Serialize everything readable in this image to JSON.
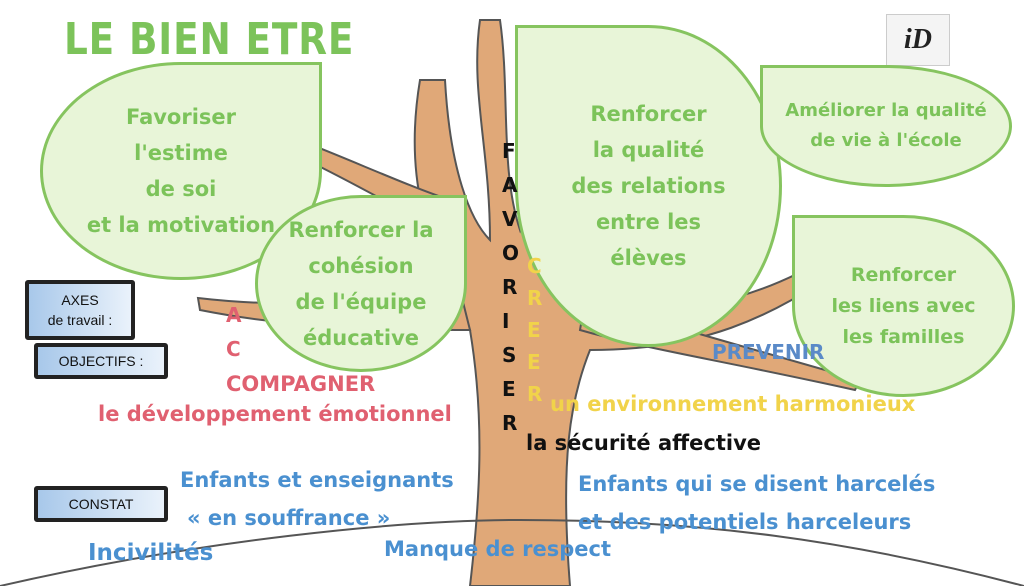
{
  "title": "LE BIEN ETRE",
  "logo_text": "iD",
  "leaves": [
    {
      "lines": [
        "Favoriser",
        "l'estime",
        "de soi",
        "et  la motivation"
      ]
    },
    {
      "lines": [
        "Renforcer la",
        "cohésion",
        "de l'équipe",
        "éducative"
      ]
    },
    {
      "lines": [
        "Renforcer",
        "la qualité",
        "des relations",
        "entre les",
        "élèves"
      ]
    },
    {
      "lines": [
        "Améliorer la qualité",
        "de vie à l'école"
      ]
    },
    {
      "lines": [
        "Renforcer",
        "les liens avec",
        "les familles"
      ]
    }
  ],
  "labels": {
    "axes": [
      "AXES",
      "de travail :"
    ],
    "objectifs": "OBJECTIFS :",
    "constat": "CONSTAT"
  },
  "vertical_favoriser": [
    "F",
    "A",
    "V",
    "O",
    "R",
    "I",
    "S",
    "E",
    "R"
  ],
  "vertical_creer": [
    "C",
    "R",
    "E",
    "E",
    "R"
  ],
  "objectives": {
    "accompagner_letters": [
      "A",
      "C"
    ],
    "accompagner": "COMPAGNER",
    "developpement": "le développement émotionnel",
    "prevenir": "PREVENIR",
    "environnement": "un environnement harmonieux",
    "securite": "la sécurité affective"
  },
  "constats": {
    "enfants_enseignants": "Enfants et enseignants",
    "souffrance": "« en souffrance »",
    "incivilites": "Incivilités",
    "manque_respect": "Manque de respect",
    "harceles": "Enfants qui se disent harcelés",
    "harceleurs": "et des potentiels harceleurs"
  },
  "colors": {
    "leaf": "#86c45f",
    "trunk": "#e0a878",
    "red": "#e06070",
    "blue": "#4a90d0",
    "yellow": "#f1d34a"
  }
}
